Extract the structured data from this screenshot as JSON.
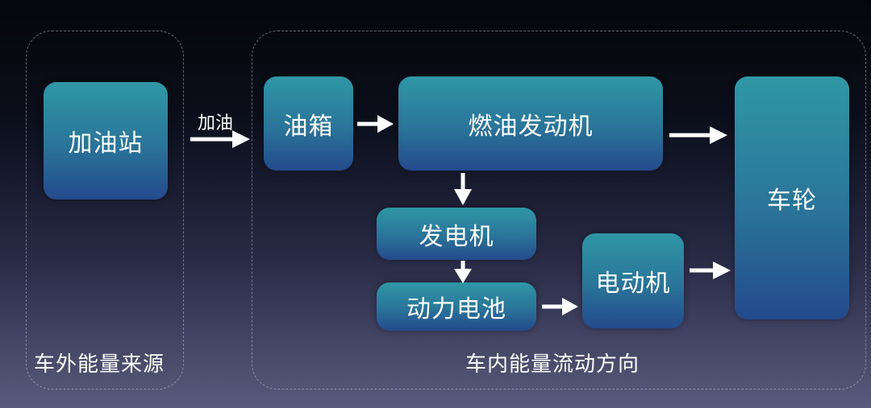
{
  "groups": {
    "external": {
      "label": "车外能量来源"
    },
    "internal": {
      "label": "车内能量流动方向"
    }
  },
  "nodes": {
    "gas_station": "加油站",
    "fuel_tank": "油箱",
    "engine": "燃油发动机",
    "generator": "发电机",
    "battery": "动力电池",
    "motor": "电动机",
    "wheels": "车轮"
  },
  "edges": {
    "refuel_label": "加油"
  }
}
